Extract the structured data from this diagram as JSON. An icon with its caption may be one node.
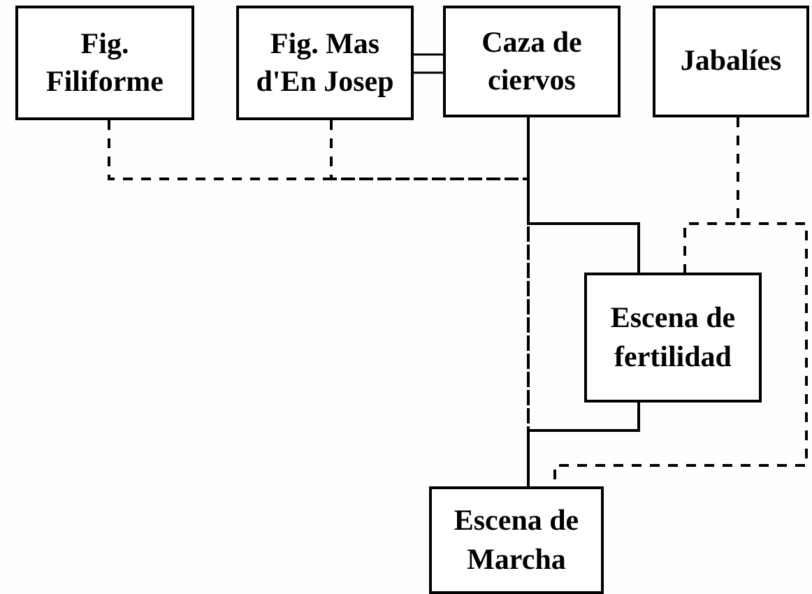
{
  "diagram": {
    "nodes": [
      {
        "text": [
          "Fig. Filiforme"
        ]
      },
      {
        "text": [
          "Fig. Mas d'En Josep"
        ]
      },
      {
        "text": [
          "Caza de ciervos"
        ]
      },
      {
        "text": [
          "Jabalíes"
        ]
      },
      {
        "text": [
          "Escena de fertilidad"
        ]
      },
      {
        "text": [
          "Escena de Marcha"
        ]
      }
    ],
    "edges": [
      {
        "from": 0,
        "to": 5,
        "arrow": "none",
        "style": "dashed"
      },
      {
        "from": 1,
        "to": 5,
        "arrow": "none",
        "style": "dashed"
      },
      {
        "from": 1,
        "to": 2,
        "arrow": "none"
      },
      {
        "from": 2,
        "to": 5,
        "arrow": "none",
        "style": "dashed"
      },
      {
        "from": 2,
        "to": 4,
        "arrow": "none"
      },
      {
        "from": 3,
        "to": 4,
        "arrow": "none",
        "style": "dashed"
      },
      {
        "from": 3,
        "to": 5,
        "arrow": "none",
        "style": "dashed"
      },
      {
        "from": 4,
        "to": 5,
        "arrow": "none"
      }
    ]
  }
}
